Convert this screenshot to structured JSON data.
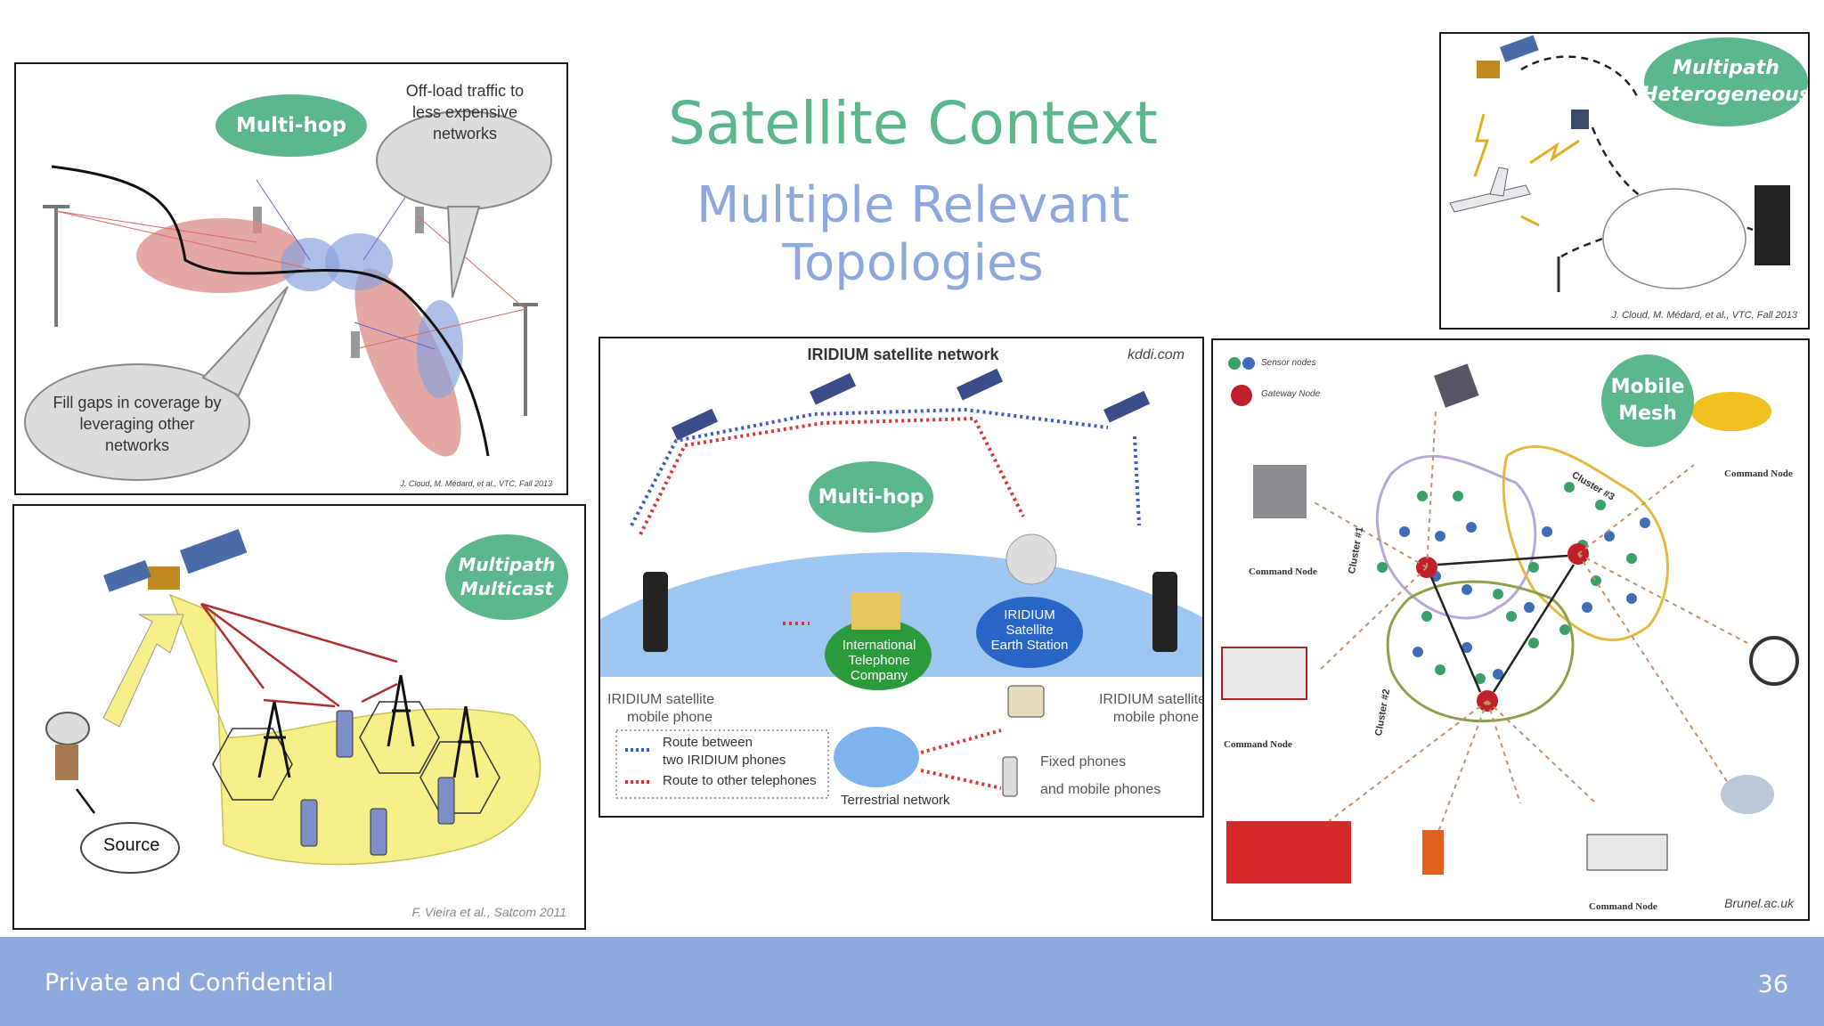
{
  "slide": {
    "title": "Satellite Context",
    "subtitle": "Multiple Relevant Topologies",
    "footer_left": "Private and Confidential",
    "page_number": "36"
  },
  "panel_multihop_ground": {
    "badge": "Multi-hop",
    "callout_top": [
      "Off-load traffic to",
      "less expensive",
      "networks"
    ],
    "callout_bottom": [
      "Fill gaps in coverage by",
      "leveraging other",
      "networks"
    ],
    "citation": "J. Cloud, M. Médard, et al., VTC, Fall 2013"
  },
  "panel_multicast": {
    "badge": [
      "Multipath",
      "Multicast"
    ],
    "source_label": "Source",
    "citation": "F. Vieira et al., Satcom 2011"
  },
  "panel_iridium": {
    "header": "IRIDIUM satellite network",
    "site": "kddi.com",
    "badge": "Multi-hop",
    "company": [
      "International",
      "Telephone",
      "Company"
    ],
    "earth_station": [
      "IRIDIUM",
      "Satellite",
      "Earth Station"
    ],
    "left_phone": [
      "IRIDIUM satellite",
      "mobile phone"
    ],
    "right_phone": [
      "IRIDIUM satellite",
      "mobile phone"
    ],
    "legend_route_between": [
      "Route between",
      "two IRIDIUM phones"
    ],
    "legend_route_other": "Route to other telephones",
    "terrestrial": "Terrestrial network",
    "fixed": [
      "Fixed phones",
      "and mobile phones"
    ]
  },
  "panel_heterogeneous": {
    "badge": [
      "Multipath",
      "Heterogeneous"
    ],
    "citation": "J. Cloud, M. Médard, et al., VTC, Fall 2013"
  },
  "panel_mesh": {
    "badge": [
      "Mobile",
      "Mesh"
    ],
    "legend_sensor": "Sensor nodes",
    "legend_gateway": "Gateway Node",
    "command_node": "Command Node",
    "cluster_1": "Cluster #1",
    "cluster_2": "Cluster #2",
    "cluster_3": "Cluster #3",
    "citation": "Brunel.ac.uk"
  },
  "colors": {
    "accent_green": "#5bb58d",
    "subtitle_blue": "#8ea7dc",
    "footer_blue": "#8eaadc"
  }
}
